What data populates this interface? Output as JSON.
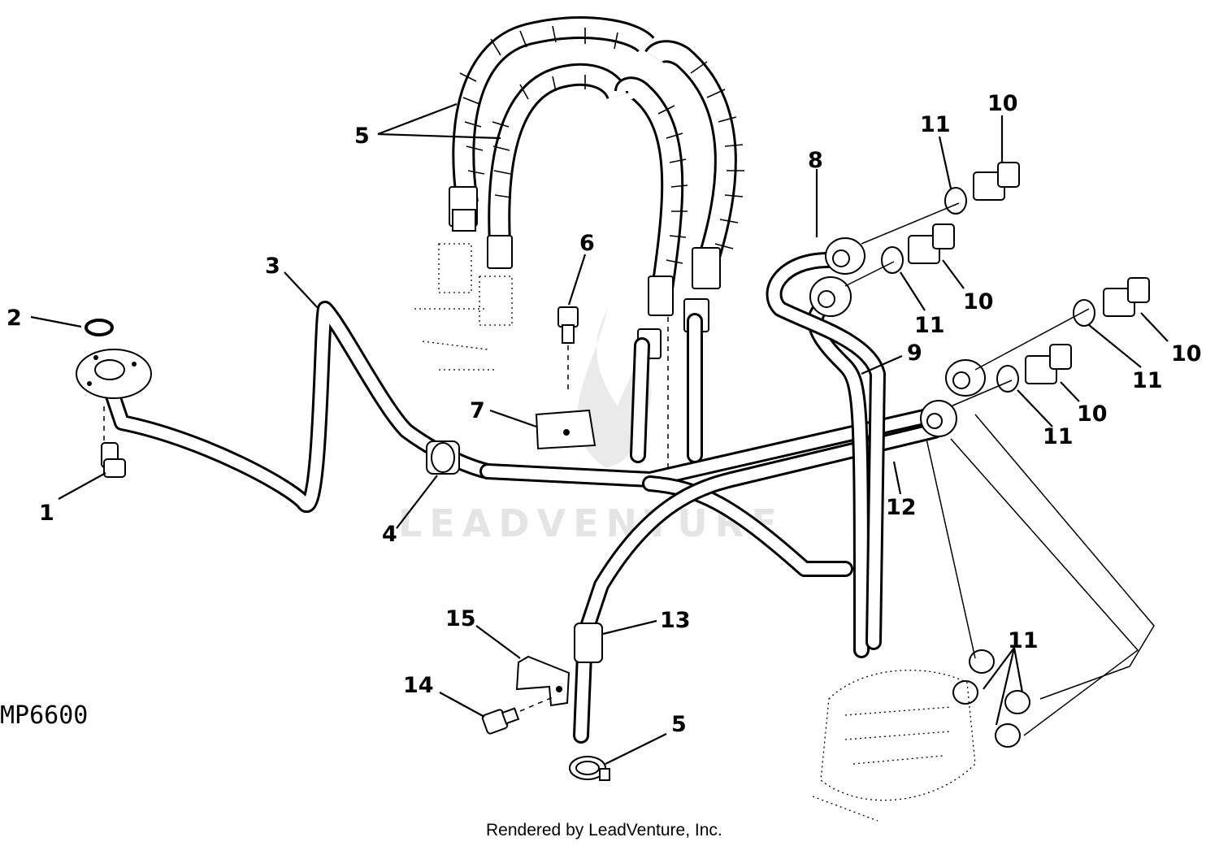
{
  "figure_id": "MP6600",
  "credit": "Rendered by LeadVenture, Inc.",
  "watermark": "LEADVENTURE",
  "callouts": {
    "c1": "1",
    "c2": "2",
    "c3": "3",
    "c4": "4",
    "c5a": "5",
    "c5b": "5",
    "c6": "6",
    "c7": "7",
    "c8": "8",
    "c9": "9",
    "c10a": "10",
    "c10b": "10",
    "c10c": "10",
    "c10d": "10",
    "c11a": "11",
    "c11b": "11",
    "c11c": "11",
    "c11d": "11",
    "c11e": "11",
    "c12": "12",
    "c13": "13",
    "c14": "14",
    "c15": "15"
  }
}
